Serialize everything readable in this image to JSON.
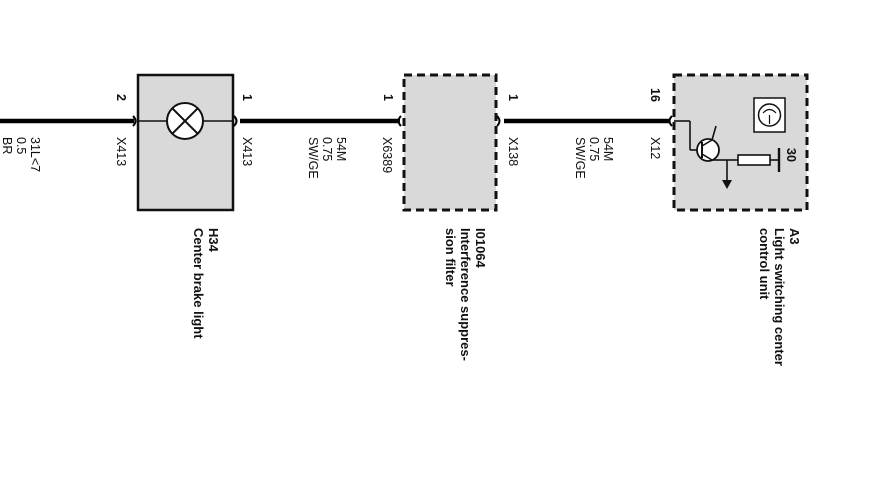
{
  "colors": {
    "wire": "#000000",
    "box_fill": "#d9d9d9",
    "stroke": "#111111",
    "background": "#ffffff"
  },
  "wires": [
    {
      "id": "31L<7",
      "csa": "0.5",
      "color": "BR"
    },
    {
      "id": "54M",
      "csa": "0.75",
      "color": "SW/GE"
    },
    {
      "id": "54M",
      "csa": "0.75",
      "color": "SW/GE"
    }
  ],
  "connectors": [
    "X413",
    "X413",
    "X6389",
    "X138",
    "X12"
  ],
  "pins": [
    "2",
    "1",
    "1",
    "1",
    "16",
    "30"
  ],
  "components": {
    "h34": {
      "code": "H34",
      "name": "Center brake light"
    },
    "i01064": {
      "code": "I01064",
      "name_line1": "Interference suppres-",
      "name_line2": "sion filter"
    },
    "a3": {
      "code": "A3",
      "name_line1": "Light switching center",
      "name_line2": "control unit"
    }
  },
  "icons": {
    "lamp": "lamp-symbol-icon",
    "transistor": "transistor-symbol-icon",
    "resistor": "resistor-symbol-icon",
    "ground_arrow": "arrow-down-icon",
    "module": "control-module-icon"
  }
}
